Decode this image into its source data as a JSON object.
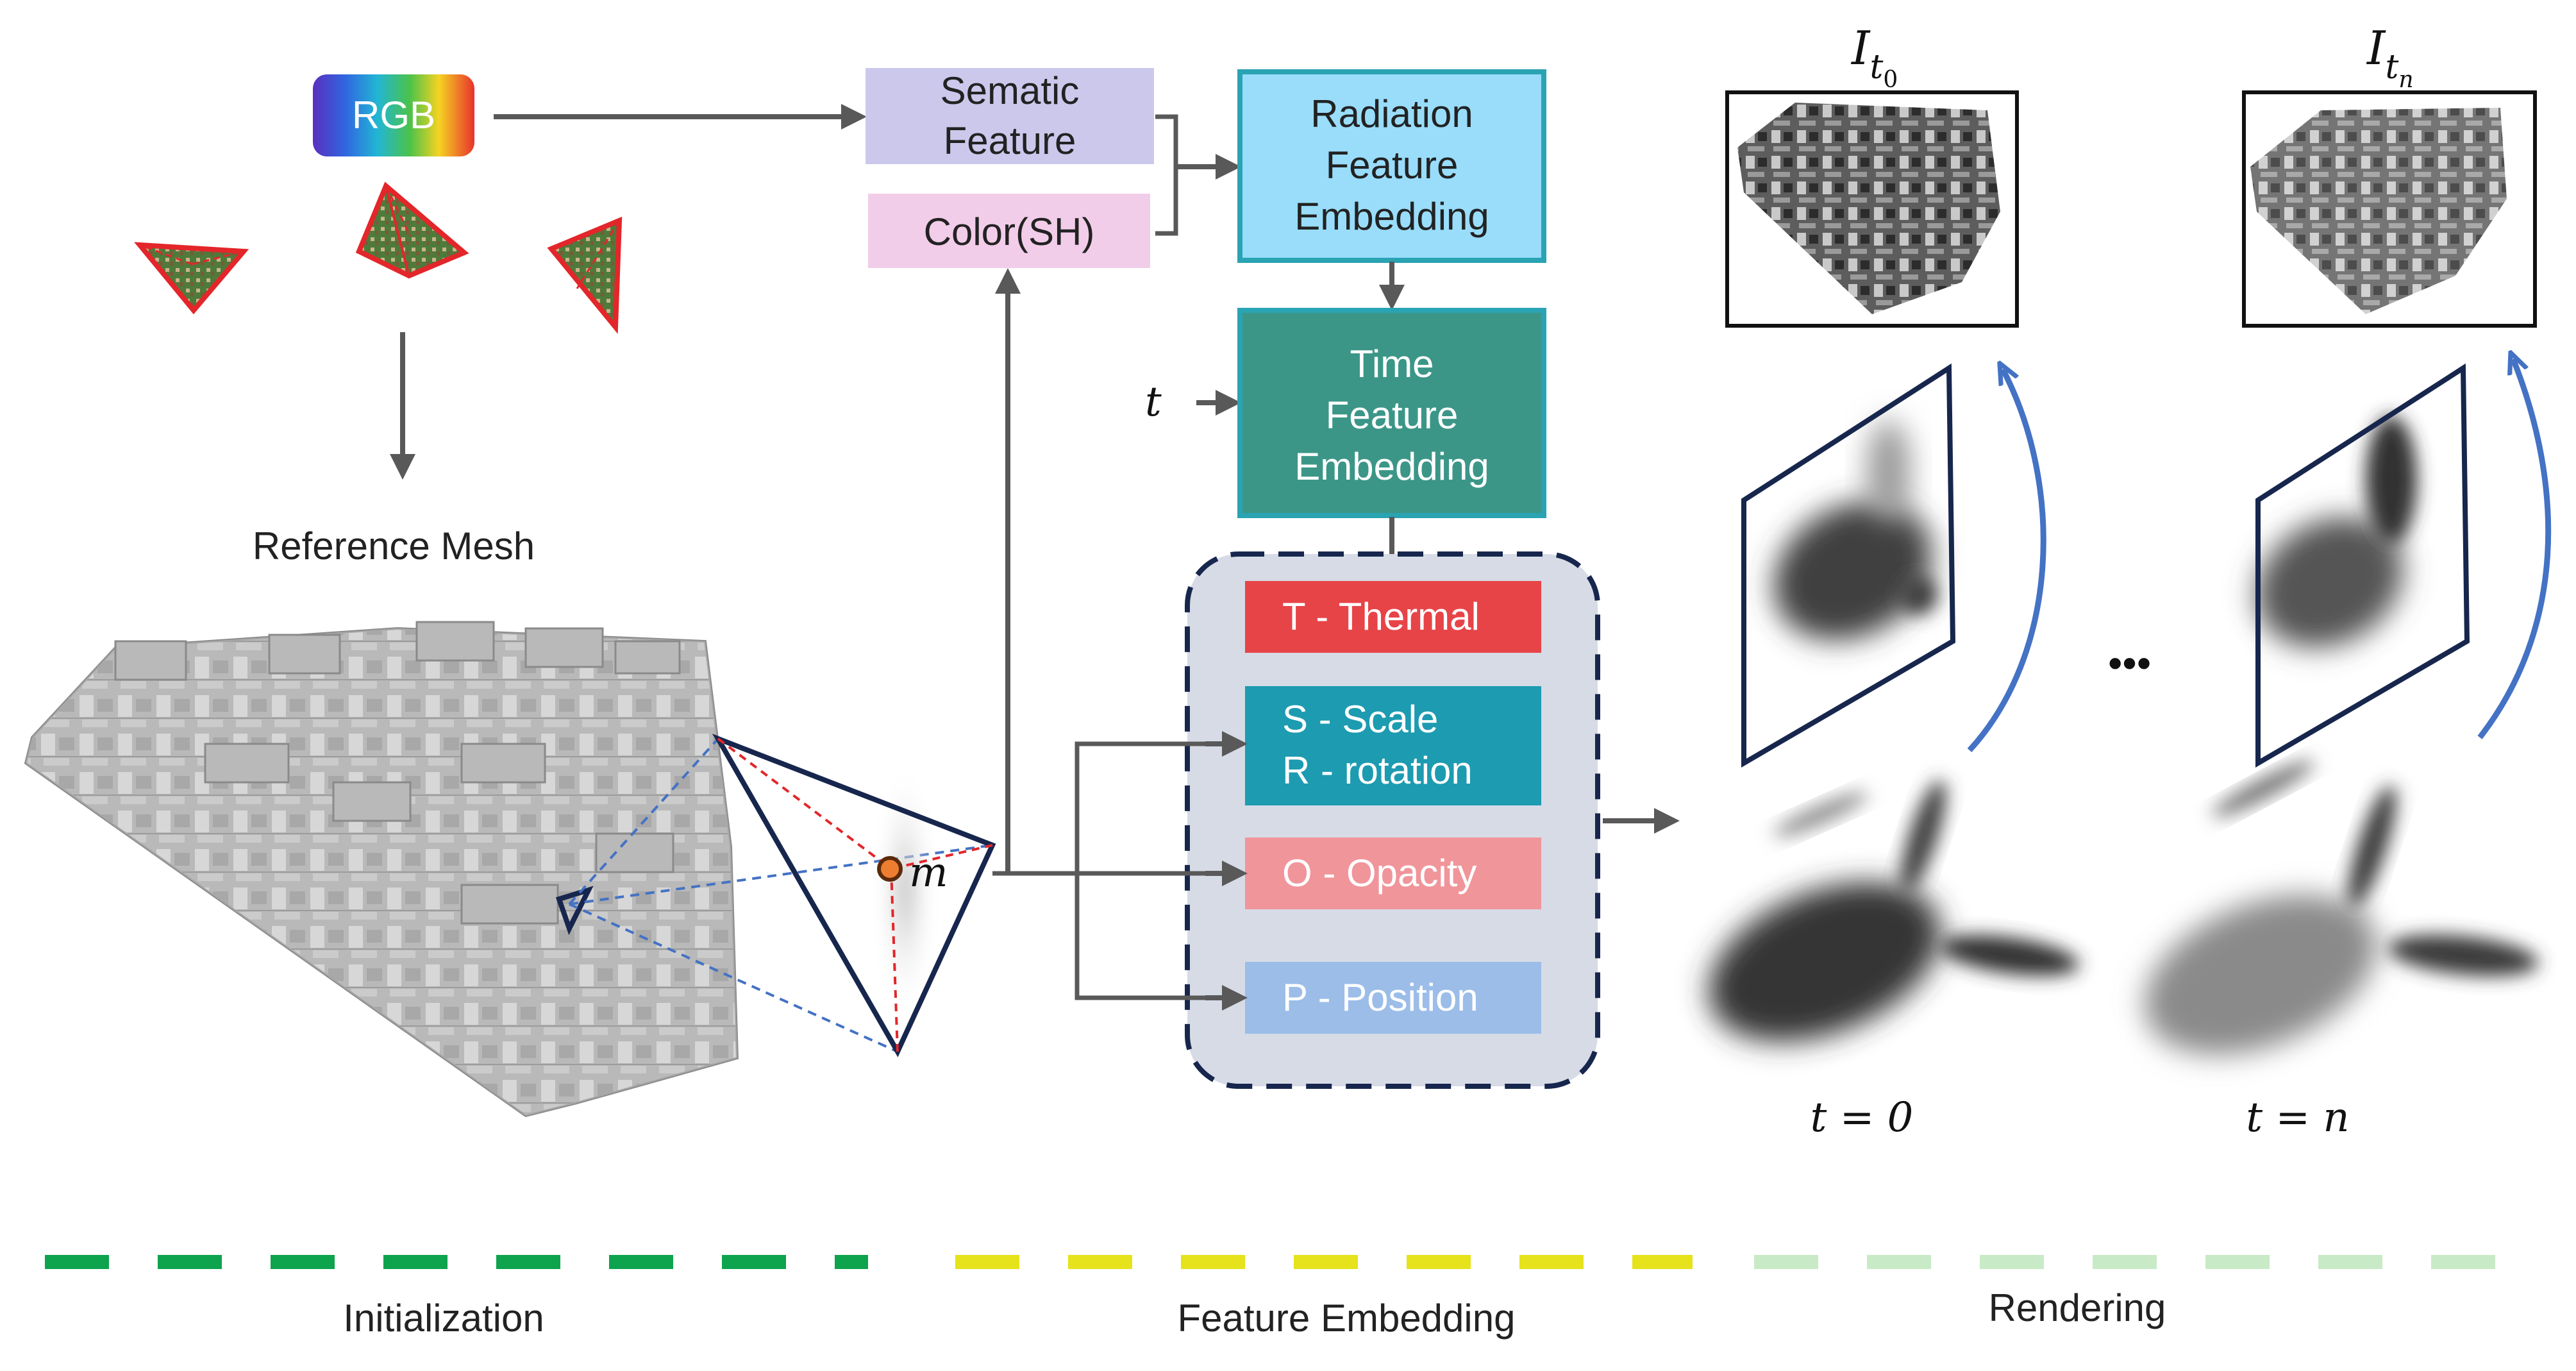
{
  "colors": {
    "arrow": "#595959",
    "semantic_box": "#ccc8ec",
    "color_box": "#f2cde9",
    "radiation_fill": "#99ddfb",
    "radiation_border": "#2aa3b3",
    "time_fill": "#3c9688",
    "time_border": "#2aa3b3",
    "thermal": "#e74448",
    "scale_rotation": "#1d9bb1",
    "opacity": "#f0959a",
    "position": "#9bbde8",
    "attr_panel": "#d6dbe6",
    "attr_panel_border": "#17264d",
    "init_dash": "#0ea34d",
    "feature_dash": "#e6e21b",
    "render_dash": "#c9eac6"
  },
  "inputs": {
    "rgb": "RGB",
    "reference_mesh": "Reference Mesh",
    "point_label": "m"
  },
  "boxes": {
    "semantic_line1": "Sematic",
    "semantic_line2": "Feature",
    "color": "Color(SH)",
    "radiation_line1": "Radiation",
    "radiation_line2": "Feature",
    "radiation_line3": "Embedding",
    "time_input": "t",
    "time_line1": "Time",
    "time_line2": "Feature",
    "time_line3": "Embedding"
  },
  "attributes": {
    "thermal": "T - Thermal",
    "scale": "S - Scale",
    "rotation": "R - rotation",
    "opacity": "O - Opacity",
    "position": "P - Position"
  },
  "rendering": {
    "image_t0_base": "I",
    "image_t0_sub": "t",
    "image_t0_subsub": "0",
    "image_tn_base": "I",
    "image_tn_sub": "t",
    "image_tn_subsub": "n",
    "ellipsis": "•••",
    "time_t0": "t = 0",
    "time_tn": "t = n"
  },
  "stages": {
    "initialization": "Initialization",
    "feature_embedding": "Feature Embedding",
    "rendering": "Rendering"
  }
}
